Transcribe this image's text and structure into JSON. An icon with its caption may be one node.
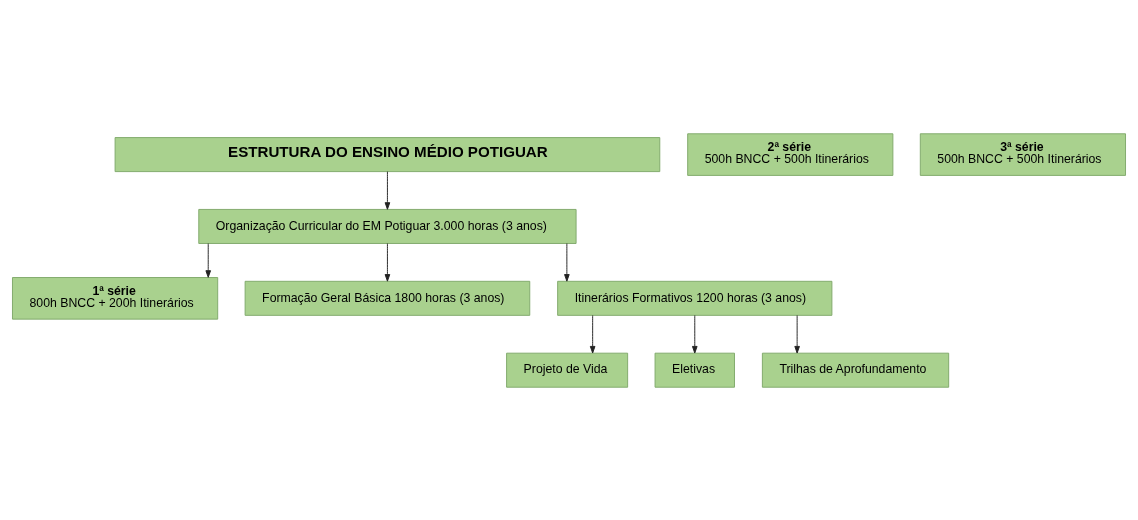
{
  "diagram": {
    "nodes": [
      {
        "text": [
          "ESTRUTURA DO ENSINO MÉDIO POTIGUAR"
        ]
      },
      {
        "text": [
          "Organização Curricular do EM Potiguar 3.000 horas (3 anos)"
        ]
      },
      {
        "text": [
          "1ª série",
          "800h BNCC + 200h Itinerários"
        ]
      },
      {
        "text": [
          "2ª série",
          "500h BNCC + 500h Itinerários"
        ]
      },
      {
        "text": [
          "3ª série",
          "500h BNCC + 500h Itinerários"
        ]
      },
      {
        "text": [
          "Formação Geral Básica 1800 horas (3 anos)"
        ]
      },
      {
        "text": [
          "Itinerários Formativos 1200 horas (3 anos)"
        ]
      },
      {
        "text": [
          "Projeto de Vida"
        ]
      },
      {
        "text": [
          "Eletivas"
        ]
      },
      {
        "text": [
          "Trilhas de Aprofundamento"
        ]
      }
    ],
    "edges": [
      {
        "from": 0,
        "to": 1,
        "arrow": "to"
      },
      {
        "from": 1,
        "to": 2,
        "arrow": "to"
      },
      {
        "from": 1,
        "to": 5,
        "arrow": "to"
      },
      {
        "from": 1,
        "to": 6,
        "arrow": "to"
      },
      {
        "from": 6,
        "to": 7,
        "arrow": "to"
      },
      {
        "from": 6,
        "to": 8,
        "arrow": "to"
      },
      {
        "from": 6,
        "to": 9,
        "arrow": "to"
      }
    ]
  }
}
